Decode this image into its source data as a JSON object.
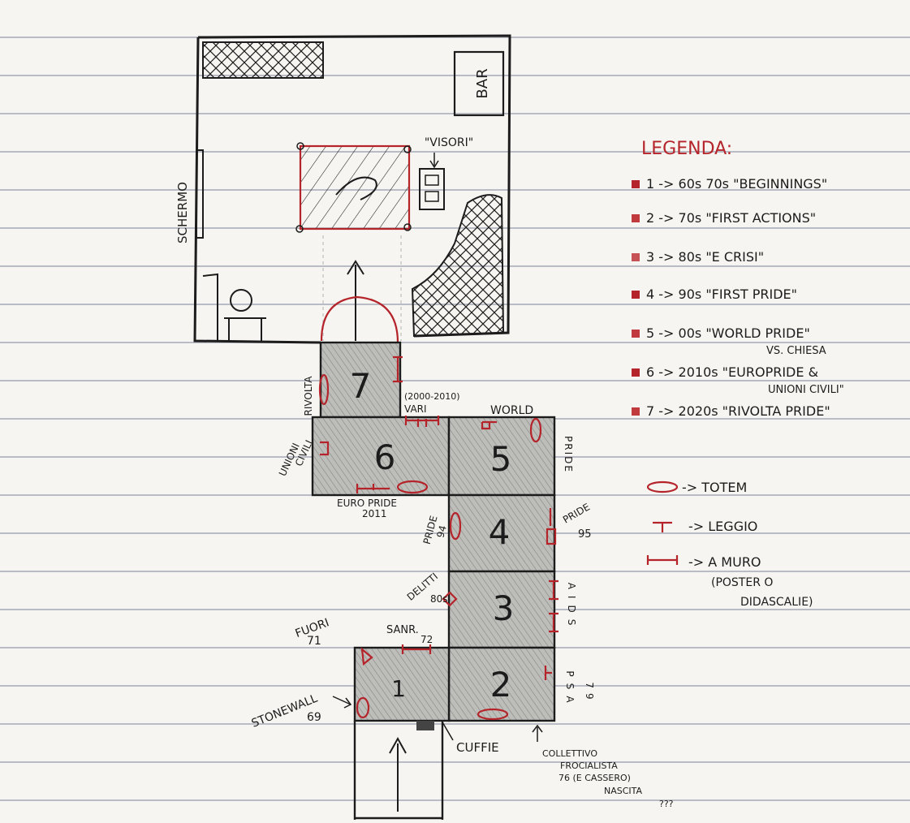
{
  "plan": {
    "labels": {
      "bar": "BAR",
      "schermo": "SCHERMO",
      "visori": "\"VISORI\""
    },
    "rooms": [
      "1",
      "2",
      "3",
      "4",
      "5",
      "6",
      "7"
    ],
    "annotations": {
      "rivolta": "RIVOLTA",
      "vari_years": "(2000-2010)",
      "vari": "VARI",
      "world": "WORLD",
      "pride_side": "PRIDE",
      "unioni": "UNIONI",
      "civili": "CIVILI",
      "euro_pride": "EURO PRIDE",
      "euro_year": "2011",
      "pride94_a": "PRIDE",
      "pride94_b": "94",
      "pride95_a": "PRIDE",
      "pride95_b": "95",
      "delitti_a": "DELITTI",
      "delitti_b": "80s",
      "aids": "AIDS",
      "fuori_a": "FUORI",
      "fuori_b": "71",
      "sanr_a": "SANR.",
      "sanr_b": "72",
      "psa": "PSA",
      "psa_year": "79",
      "stonewall_a": "STONEWALL",
      "stonewall_b": "69",
      "cuffie": "CUFFIE",
      "collettivo_1": "COLLETTIVO",
      "collettivo_2": "FROCIALISTA",
      "collettivo_3": "76 (E CASSERO)",
      "collettivo_4": "NASCITA",
      "collettivo_5": "???"
    }
  },
  "legend": {
    "title": "LEGENDA:",
    "items": [
      {
        "text": "1 -> 60s 70s \"BEGINNINGS\""
      },
      {
        "text": "2 -> 70s \"FIRST ACTIONS\""
      },
      {
        "text": "3 -> 80s \"E CRISI\""
      },
      {
        "text": "4 -> 90s \"FIRST PRIDE\""
      },
      {
        "text": "5 -> 00s \"WORLD PRIDE\""
      },
      {
        "text": "VS. CHIESA"
      },
      {
        "text": "6 -> 2010s \"EUROPRIDE &"
      },
      {
        "text": "UNIONI CIVILI\""
      },
      {
        "text": "7 -> 2020s \"RIVOLTA PRIDE\""
      }
    ],
    "symbols": {
      "totem": "-> TOTEM",
      "leggio": "-> LEGGIO",
      "muro": "-> A MURO",
      "muro_note_1": "(POSTER O",
      "muro_note_2": "DIDASCALIE)"
    }
  },
  "colors": {
    "ink": "#1c1c1c",
    "red": "#b4242a",
    "shade": "#a8a8a6"
  }
}
